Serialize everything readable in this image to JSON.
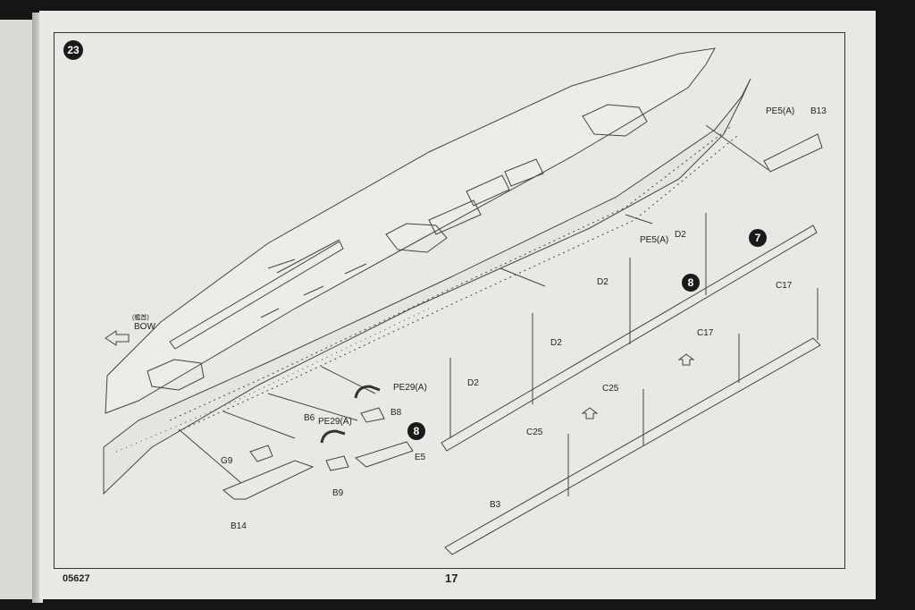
{
  "step": {
    "number": "23"
  },
  "sub_steps": {
    "a": "8",
    "b": "8",
    "c": "7"
  },
  "bow": {
    "jp": "(艦首)",
    "en": "BOW"
  },
  "parts": {
    "pe5a_top": "PE5(A)",
    "b13": "B13",
    "pe5a_mid": "PE5(A)",
    "d2_top": "D2",
    "d2_left": "D2",
    "d2_mid": "D2",
    "d2_low": "D2",
    "c17_right": "C17",
    "c17_mid": "C17",
    "c25_top": "C25",
    "c25_low": "C25",
    "pe29a_top": "PE29(A)",
    "pe29a_low": "PE29(A)",
    "b8": "B8",
    "b6": "B6",
    "e5": "E5",
    "g9": "G9",
    "b9": "B9",
    "b14": "B14",
    "b3": "B3"
  },
  "footer": {
    "code": "05627",
    "page_number": "17"
  }
}
